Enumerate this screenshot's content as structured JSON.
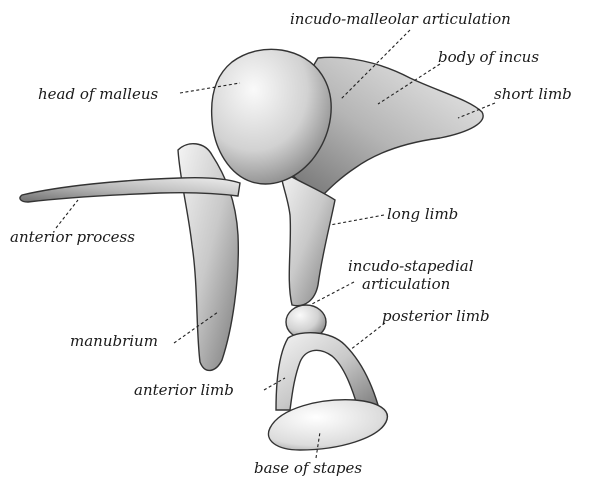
{
  "labels": {
    "incudo_malleolar": "incudo-malleolar articulation",
    "body_of_incus": "body of incus",
    "head_of_malleus": "head of malleus",
    "short_limb": "short limb",
    "anterior_process": "anterior process",
    "long_limb": "long limb",
    "incudo_stapedial_line1": "incudo-stapedial",
    "incudo_stapedial_line2": "articulation",
    "posterior_limb": "posterior limb",
    "manubrium": "manubrium",
    "anterior_limb": "anterior limb",
    "base_of_stapes": "base of stapes"
  }
}
